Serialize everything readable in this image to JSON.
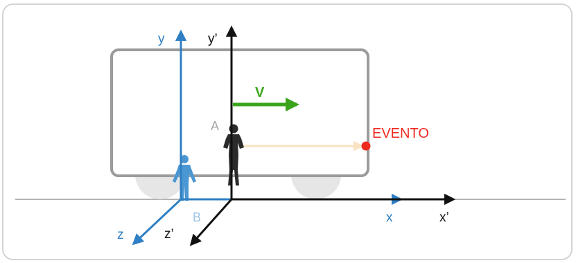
{
  "diagram": {
    "colors": {
      "frame_border": "#d4d4d4",
      "ground": "#9a9a9a",
      "train_body": "#9b9b9b",
      "train_fill": "#ffffff",
      "wheel": "#e6e6e6",
      "blue_axes": "#2f7fc4",
      "black_axes": "#111111",
      "velocity": "#3aa41a",
      "event": "#ee2a22",
      "ray": "#fbe2c2",
      "person_dark": "#2b2b2b",
      "person_blue": "#4a97d3",
      "label_gray": "#a6a6a6"
    },
    "labels": {
      "y": "y",
      "y_prime": "y’",
      "x": "x",
      "x_prime": "x’",
      "z": "z",
      "z_prime": "z’",
      "velocity": "V",
      "observer_a": "A",
      "observer_b": "B",
      "event": "EVENTO"
    },
    "icons": {
      "observer_a": "person-standing-icon",
      "observer_b": "person-standing-icon"
    }
  }
}
